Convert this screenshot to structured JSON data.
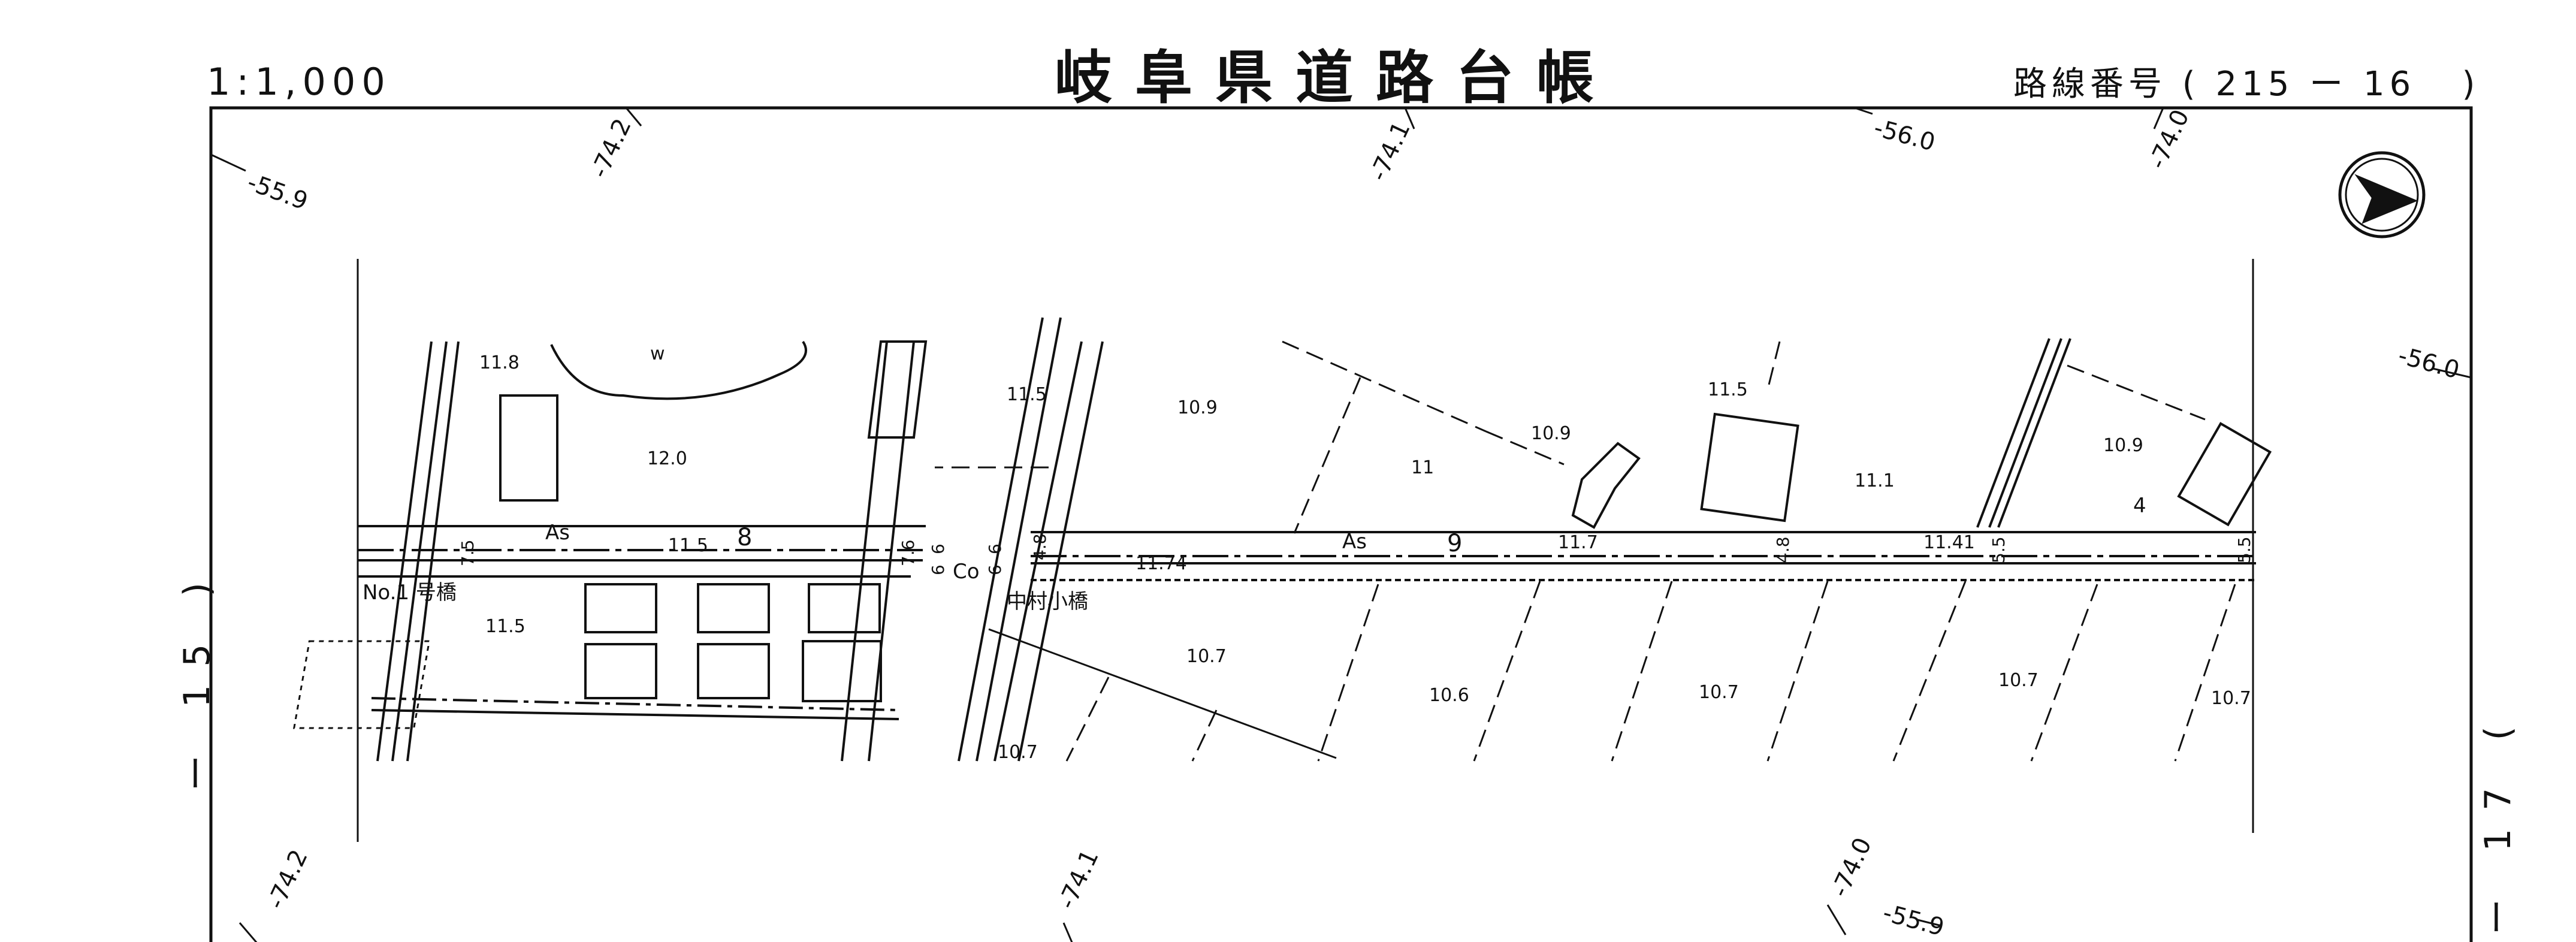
{
  "header": {
    "title": "岐阜県道路台帳",
    "scale": "1:1,000",
    "route_number": "路線番号 ( 215 ー 16   )"
  },
  "sheet_refs": {
    "left": "ー 15 )",
    "right": "ー 17 ("
  },
  "contours": {
    "tl_559": "-55.9",
    "t_742": "-74.2",
    "t_741": "-74.1",
    "t_560": "-56.0",
    "t_740": "-74.0",
    "r_560": "-56.0",
    "b_742": "-74.2",
    "b_741": "-74.1",
    "b_740": "-74.0",
    "b_559": "-55.9"
  },
  "road": {
    "surface_left": "As",
    "surface_right": "As",
    "km_8": "8",
    "km_9": "9",
    "bridge_surface": "Co",
    "bridge1": "No.1 号橋",
    "bridge2": "中村小橋",
    "width_75": "7.5",
    "width_76": "7.6",
    "width_6a": "6",
    "width_6b": "6",
    "width_6c": "6",
    "width_6d": "6",
    "width_48a": "4.8",
    "width_48b": "4.8",
    "width_55a": "5.5",
    "width_55b": "5.5",
    "point4": "4"
  },
  "elevations": {
    "e118": "11.8",
    "e120": "12.0",
    "e115a": "11.5",
    "e115b": "11.5",
    "e115c": "11.5",
    "e115d": "11.5",
    "e109a": "10.9",
    "e109b": "10.9",
    "e109c": "10.9",
    "e11": "11",
    "e111": "11.1",
    "e117": "11.7",
    "e1174": "11.74",
    "e1141": "11.41",
    "e107a": "10.7",
    "e107b": "10.7",
    "e107c": "10.7",
    "e107d": "10.7",
    "e107e": "10.7",
    "e106": "10.6",
    "w": "w"
  },
  "colors": {
    "ink": "#111111",
    "paper": "#ffffff"
  },
  "icons": {
    "north_arrow": "north-arrow-icon"
  }
}
